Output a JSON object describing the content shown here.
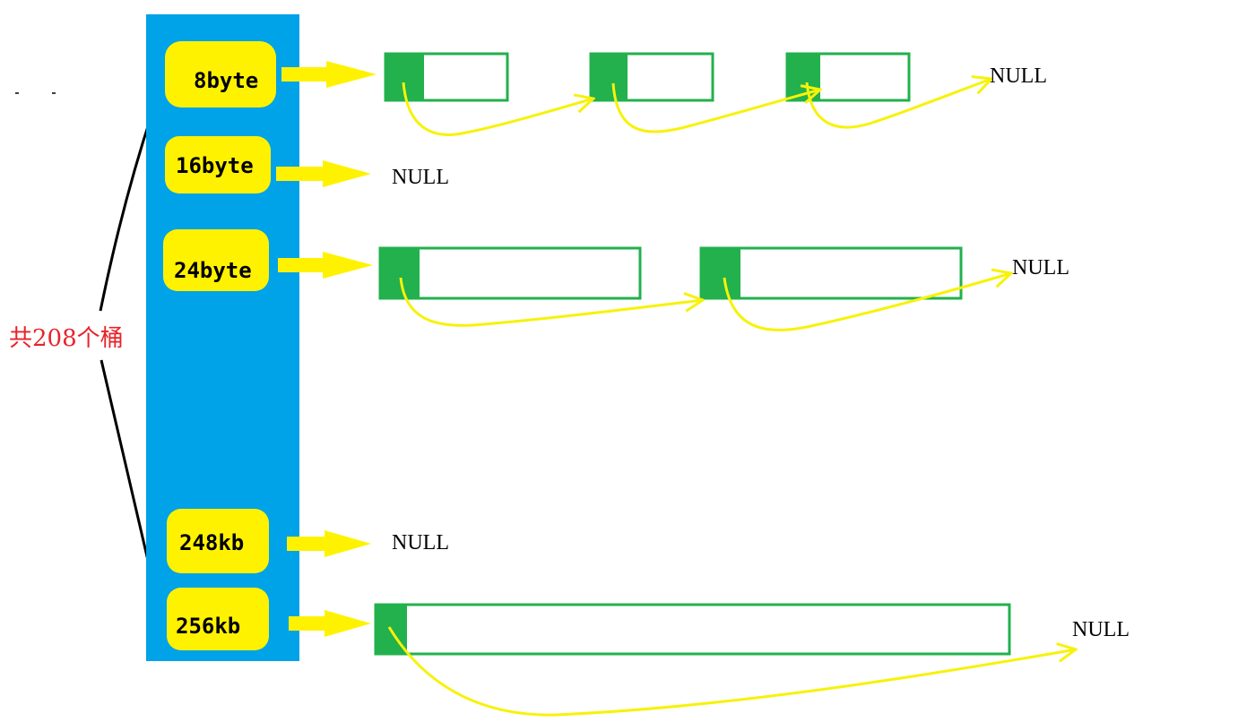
{
  "colors": {
    "bucket_array": "#00a2e8",
    "bucket_pill": "#fff200",
    "arrow": "#fff200",
    "block_border": "#22b14c",
    "block_head": "#22b14c",
    "link_curve": "#f7f20a",
    "brace": "#000000",
    "count_label": "#e8232a"
  },
  "count_label": "共208个桶",
  "null_label": "NULL",
  "buckets": [
    {
      "label": "8byte",
      "blocks": 3
    },
    {
      "label": "16byte",
      "blocks": 0
    },
    {
      "label": "24byte",
      "blocks": 2
    },
    {
      "label": "248kb",
      "blocks": 0
    },
    {
      "label": "256kb",
      "blocks": 1
    }
  ]
}
